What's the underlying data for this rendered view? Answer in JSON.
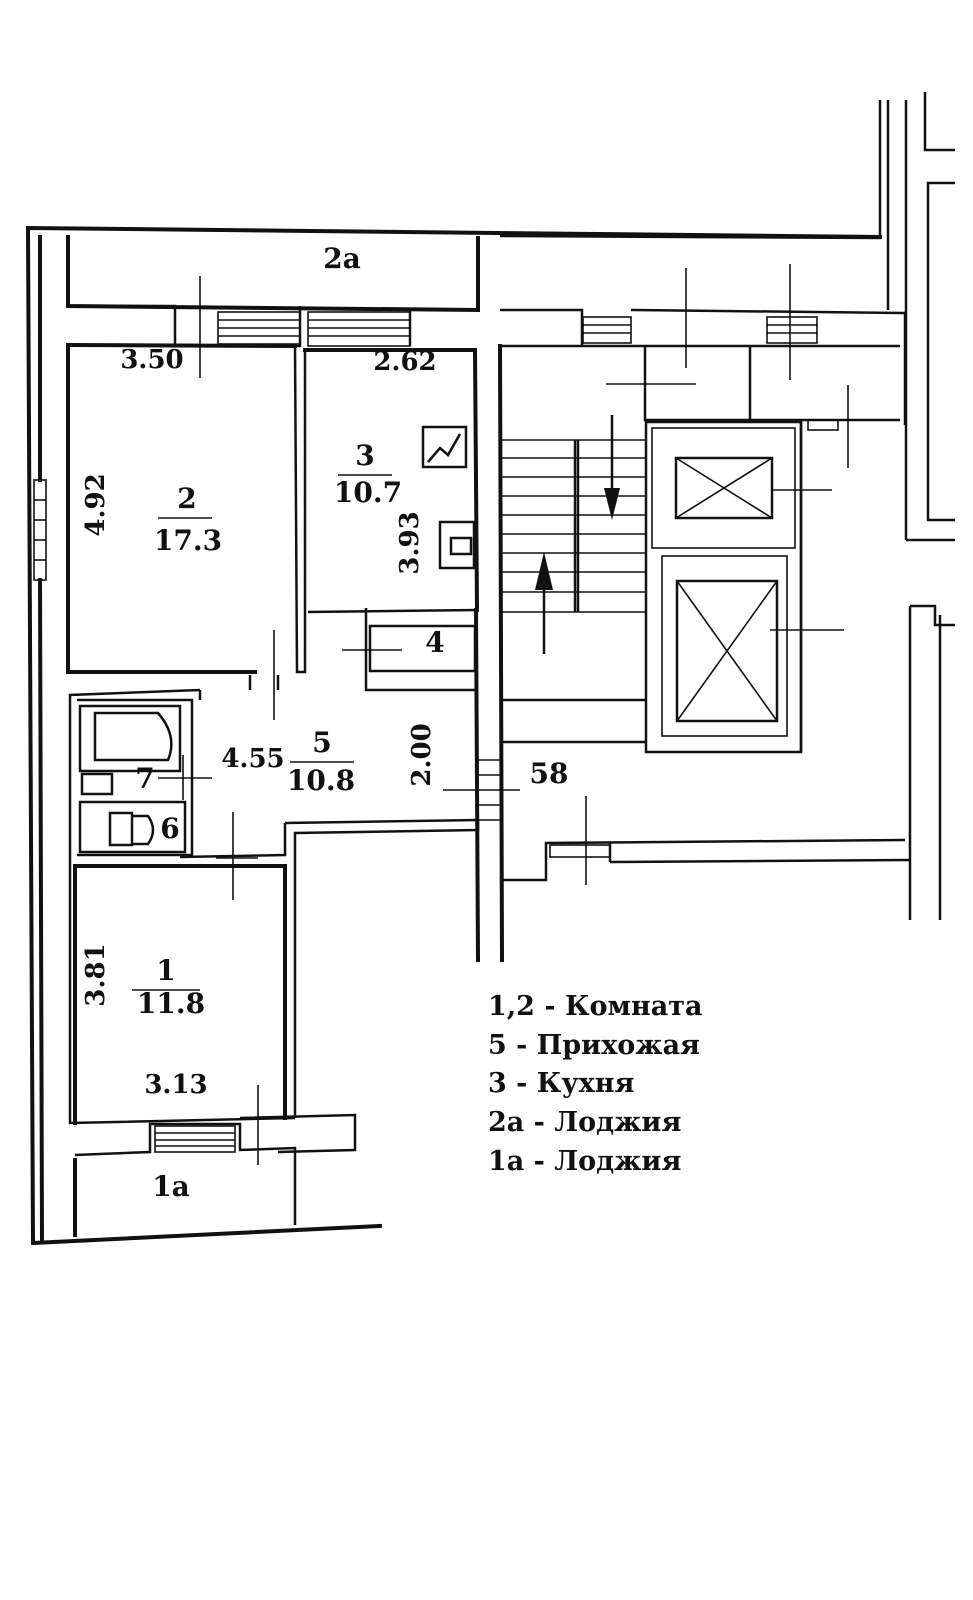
{
  "rooms": {
    "loggia_2a": {
      "number": "2а"
    },
    "loggia_1a": {
      "number": "1а"
    },
    "room_2": {
      "number": "2",
      "area": "17.3"
    },
    "kitchen_3": {
      "number": "3",
      "area": "10.7"
    },
    "hall_5": {
      "number": "5",
      "area": "10.8"
    },
    "room_1": {
      "number": "1",
      "area": "11.8"
    },
    "closet_4": {
      "number": "4"
    },
    "wc_6": {
      "number": "6"
    },
    "bath_7": {
      "number": "7"
    },
    "stair_58": {
      "number": "58"
    }
  },
  "dimensions": {
    "room2_width": "3.50",
    "room2_depth": "4.92",
    "kitchen_width": "2.62",
    "kitchen_depth": "3.93",
    "hall_length": "4.55",
    "hall_width": "2.00",
    "room1_depth": "3.81",
    "room1_width": "3.13"
  },
  "legend": [
    "1,2 - Комната",
    "5 - Прихожая",
    "3 - Кухня",
    "2а - Лоджия",
    "1а - Лоджия"
  ]
}
